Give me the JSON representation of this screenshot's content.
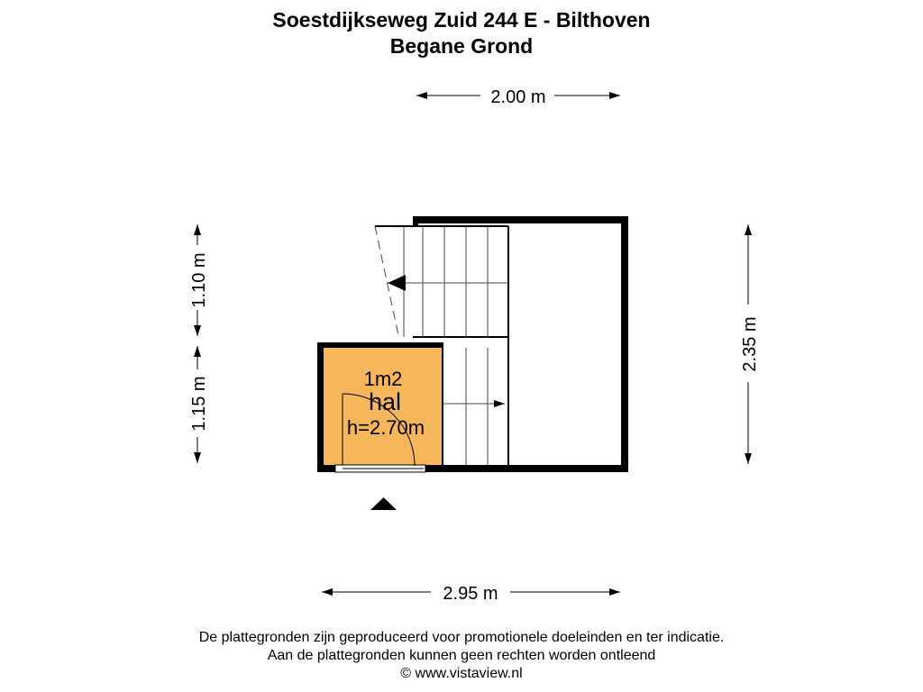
{
  "header": {
    "address": "Soestdijkseweg Zuid 244 E - Bilthoven",
    "floor": "Begane Grond"
  },
  "dimensions": {
    "top_width": "2.00 m",
    "bottom_width": "2.95 m",
    "right_height": "2.35 m",
    "left_upper_height": "1.10 m",
    "left_lower_height": "1.15 m"
  },
  "room": {
    "area": "1m2",
    "name": "hal",
    "height": "h=2.70m",
    "fill_color": "#f7b659"
  },
  "footer": {
    "line1": "De plattegronden zijn geproduceerd voor promotionele doeleinden en ter indicatie.",
    "line2": "Aan de plattegronden kunnen geen rechten worden ontleend",
    "line3": "© www.vistaview.nl"
  }
}
